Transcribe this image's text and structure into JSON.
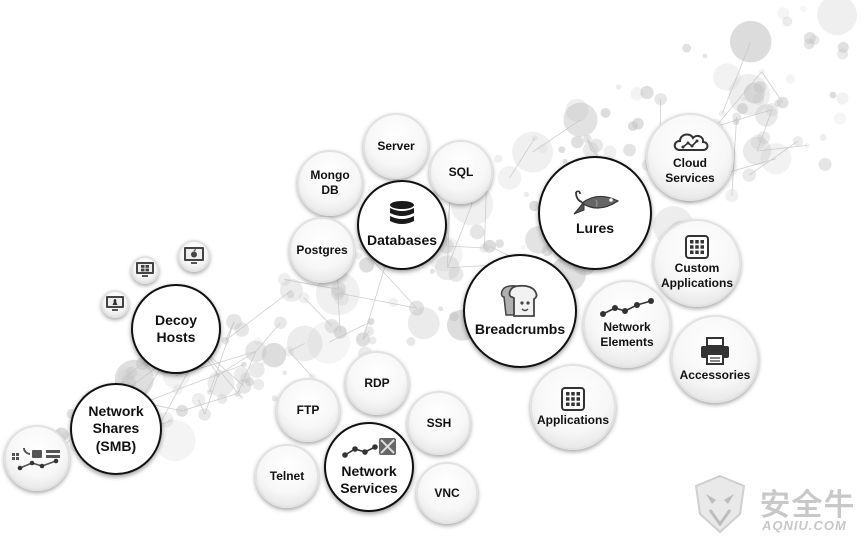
{
  "nodes": {
    "decoy_hosts": "Decoy\nHosts",
    "network_shares": "Network\nShares\n(SMB)",
    "databases": "Databases",
    "mongodb": "Mongo\nDB",
    "server": "Server",
    "sql": "SQL",
    "postgres": "Postgres",
    "breadcrumbs": "Breadcrumbs",
    "lures": "Lures",
    "cloud_services": "Cloud\nServices",
    "custom_applications": "Custom\nApplications",
    "network_elements": "Network\nElements",
    "accessories": "Accessories",
    "applications": "Applications",
    "network_services": "Network\nServices",
    "ftp": "FTP",
    "rdp": "RDP",
    "ssh": "SSH",
    "telnet": "Telnet",
    "vnc": "VNC"
  },
  "icons": {
    "linux": "linux-icon",
    "windows": "windows-icon",
    "apple": "apple-icon",
    "database": "database-icon",
    "fish": "fish-icon",
    "bread": "bread-icon",
    "cloud": "cloud-icon",
    "app_grid": "app-grid-icon",
    "network_line": "network-line-icon",
    "printer": "printer-icon",
    "network_devices": "network-devices-icon",
    "services": "services-icon"
  },
  "watermark": {
    "cn": "安全牛",
    "en": "AQNIU.COM"
  },
  "colors": {
    "major_border": "#111111",
    "minor_border": "#e2e2e2",
    "text": "#111111",
    "network_background": "#c4c4c4",
    "watermark": "#c8c8c8"
  }
}
